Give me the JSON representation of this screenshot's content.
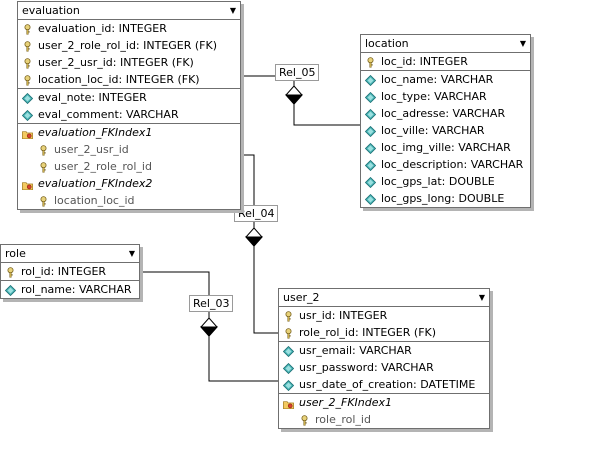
{
  "tables": {
    "evaluation": {
      "title": "evaluation",
      "rows": [
        {
          "icon": "key-icon",
          "text": "evaluation_id: INTEGER"
        },
        {
          "icon": "key-icon",
          "text": "user_2_role_rol_id: INTEGER (FK)"
        },
        {
          "icon": "key-icon",
          "text": "user_2_usr_id: INTEGER (FK)"
        },
        {
          "icon": "key-icon",
          "text": "location_loc_id: INTEGER (FK)"
        },
        {
          "icon": "diamond-icon",
          "text": "eval_note: INTEGER"
        },
        {
          "icon": "diamond-icon",
          "text": "eval_comment: VARCHAR"
        },
        {
          "icon": "index-icon",
          "text": "evaluation_FKIndex1"
        },
        {
          "icon": "key-icon",
          "text": "user_2_usr_id"
        },
        {
          "icon": "key-icon",
          "text": "user_2_role_rol_id"
        },
        {
          "icon": "index-icon",
          "text": "evaluation_FKIndex2"
        },
        {
          "icon": "key-icon",
          "text": "location_loc_id"
        }
      ]
    },
    "location": {
      "title": "location",
      "rows": [
        {
          "icon": "key-icon",
          "text": "loc_id: INTEGER"
        },
        {
          "icon": "diamond-icon",
          "text": "loc_name: VARCHAR"
        },
        {
          "icon": "diamond-icon",
          "text": "loc_type: VARCHAR"
        },
        {
          "icon": "diamond-icon",
          "text": "loc_adresse: VARCHAR"
        },
        {
          "icon": "diamond-icon",
          "text": "loc_ville: VARCHAR"
        },
        {
          "icon": "diamond-icon",
          "text": "loc_img_ville: VARCHAR"
        },
        {
          "icon": "diamond-icon",
          "text": "loc_description: VARCHAR"
        },
        {
          "icon": "diamond-icon",
          "text": "loc_gps_lat: DOUBLE"
        },
        {
          "icon": "diamond-icon",
          "text": "loc_gps_long: DOUBLE"
        }
      ]
    },
    "role": {
      "title": "role",
      "rows": [
        {
          "icon": "key-icon",
          "text": "rol_id: INTEGER"
        },
        {
          "icon": "diamond-icon",
          "text": "rol_name: VARCHAR"
        }
      ]
    },
    "user_2": {
      "title": "user_2",
      "rows": [
        {
          "icon": "key-icon",
          "text": "usr_id: INTEGER"
        },
        {
          "icon": "key-icon",
          "text": "role_rol_id: INTEGER (FK)"
        },
        {
          "icon": "diamond-icon",
          "text": "usr_email: VARCHAR"
        },
        {
          "icon": "diamond-icon",
          "text": "usr_password: VARCHAR"
        },
        {
          "icon": "diamond-icon",
          "text": "usr_date_of_creation: DATETIME"
        },
        {
          "icon": "index-icon",
          "text": "user_2_FKIndex1"
        },
        {
          "icon": "key-icon",
          "text": "role_rol_id"
        }
      ]
    }
  },
  "relations": {
    "rel_05": "Rel_05",
    "rel_04": "Rel_04",
    "rel_03": "Rel_03"
  },
  "dropdown_glyph": "▼"
}
